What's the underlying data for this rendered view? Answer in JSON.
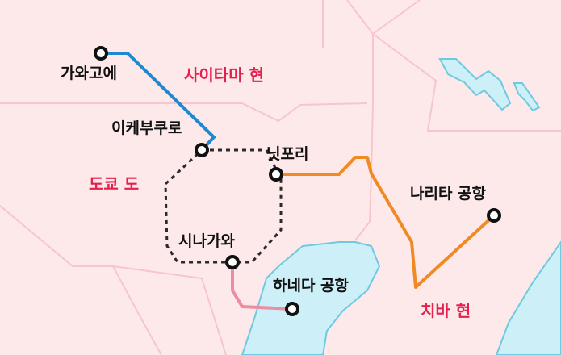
{
  "regions": {
    "saitama": "사이타마 현",
    "tokyo": "도쿄 도",
    "chiba": "치바 현"
  },
  "stations": {
    "kawagoe": "가와고에",
    "ikebukuro": "이케부쿠로",
    "nippori": "닛포리",
    "shinagawa": "시나가와",
    "narita": "나리타 공항",
    "haneda": "하네다 공항"
  },
  "colors": {
    "land": "#fde9ea",
    "border": "#f6c6cb",
    "water": "#cdeff7",
    "water_edge": "#6fc9e0",
    "region_label": "#e5204f",
    "tobu_line": "#1e88d0",
    "jr_yamanote_line": "#2a2a2a",
    "keisei_line": "#f08a24",
    "keikyu_line": "#ee8ca4"
  }
}
